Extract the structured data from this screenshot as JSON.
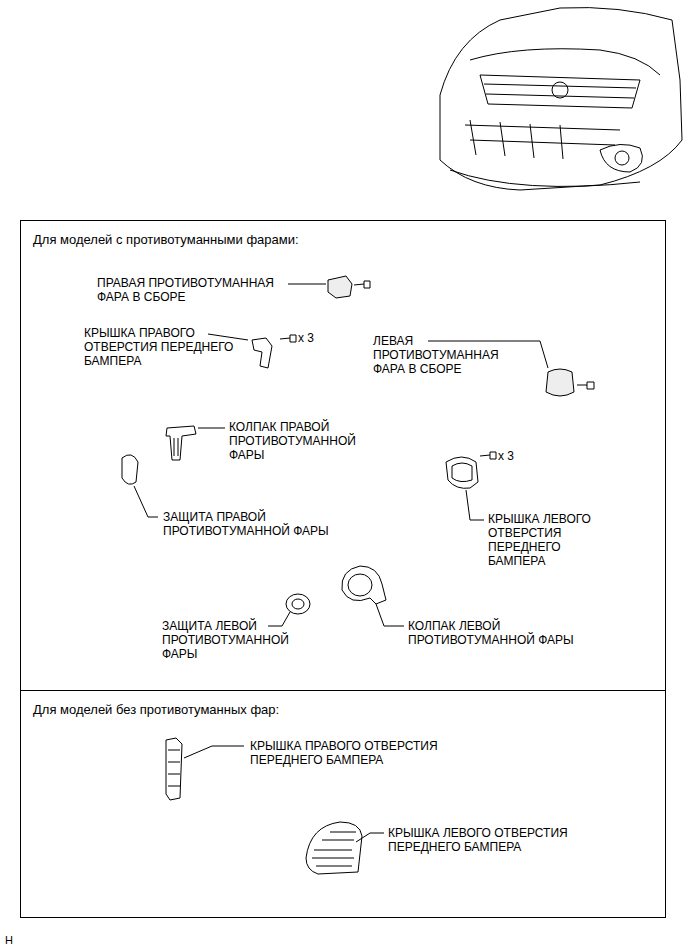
{
  "diagram": {
    "nodes": [
      {
        "text": [
          "Для моделей с противотуманными фарами:"
        ]
      },
      {
        "text": [
          "Для моделей без противотуманных фар:"
        ]
      }
    ],
    "labels": [
      "ПРАВАЯ ПРОТИВОТУМАННАЯ ФАРА В СБОРЕ",
      "КРЫШКА ПРАВОГО ОТВЕРСТИЯ ПЕРЕДНЕГО БАМПЕРА",
      "x 3",
      "ЛЕВАЯ ПРОТИВОТУМАННАЯ ФАРА В СБОРЕ",
      "КОЛПАК ПРАВОЙ ПРОТИВОТУМАННОЙ ФАРЫ",
      "x 3",
      "ЗАЩИТА ПРАВОЙ ПРОТИВОТУМАННОЙ ФАРЫ",
      "КРЫШКА ЛЕВОГО ОТВЕРСТИЯ ПЕРЕДНЕГО БАМПЕРА",
      "ЗАЩИТА ЛЕВОЙ ПРОТИВОТУМАННОЙ ФАРЫ",
      "КОЛПАК ЛЕВОЙ ПРОТИВОТУМАННОЙ ФАРЫ",
      "КРЫШКА ПРАВОГО ОТВЕРСТИЯ ПЕРЕДНЕГО БАМПЕРА",
      "КРЫШКА ЛЕВОГО ОТВЕРСТИЯ ПЕРЕДНЕГО БАМПЕРА",
      "H"
    ]
  }
}
